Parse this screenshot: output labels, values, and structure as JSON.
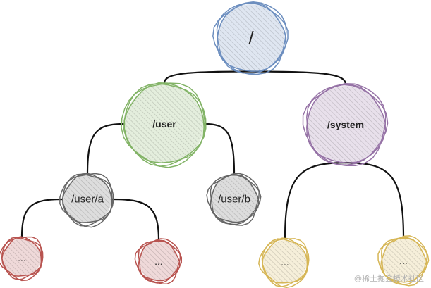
{
  "palette": {
    "blue": "#6c8ebf",
    "green": "#82b366",
    "gray": "#666666",
    "purple": "#9673a6",
    "red": "#b85450",
    "yellow": "#d6b656"
  },
  "nodes": [
    {
      "id": "root",
      "label": "/",
      "color": "blue",
      "bold": false
    },
    {
      "id": "user",
      "label": "/user",
      "color": "green",
      "bold": true
    },
    {
      "id": "system",
      "label": "/system",
      "color": "purple",
      "bold": true
    },
    {
      "id": "user-a",
      "label": "/user/a",
      "color": "gray",
      "bold": false
    },
    {
      "id": "user-b",
      "label": "/user/b",
      "color": "gray",
      "bold": false
    },
    {
      "id": "a-leaf-1",
      "label": "...",
      "color": "red",
      "bold": false
    },
    {
      "id": "a-leaf-2",
      "label": "...",
      "color": "red",
      "bold": false
    },
    {
      "id": "s-leaf-1",
      "label": "...",
      "color": "yellow",
      "bold": false
    },
    {
      "id": "s-leaf-2",
      "label": "...",
      "color": "yellow",
      "bold": false
    }
  ],
  "edges": [
    {
      "from": "root",
      "to": "user"
    },
    {
      "from": "root",
      "to": "system"
    },
    {
      "from": "user",
      "to": "user-a"
    },
    {
      "from": "user",
      "to": "user-b"
    },
    {
      "from": "user-a",
      "to": "a-leaf-1"
    },
    {
      "from": "user-a",
      "to": "a-leaf-2"
    },
    {
      "from": "system",
      "to": "s-leaf-1"
    },
    {
      "from": "system",
      "to": "s-leaf-2"
    }
  ],
  "watermark": "@稀土掘金技术社区"
}
